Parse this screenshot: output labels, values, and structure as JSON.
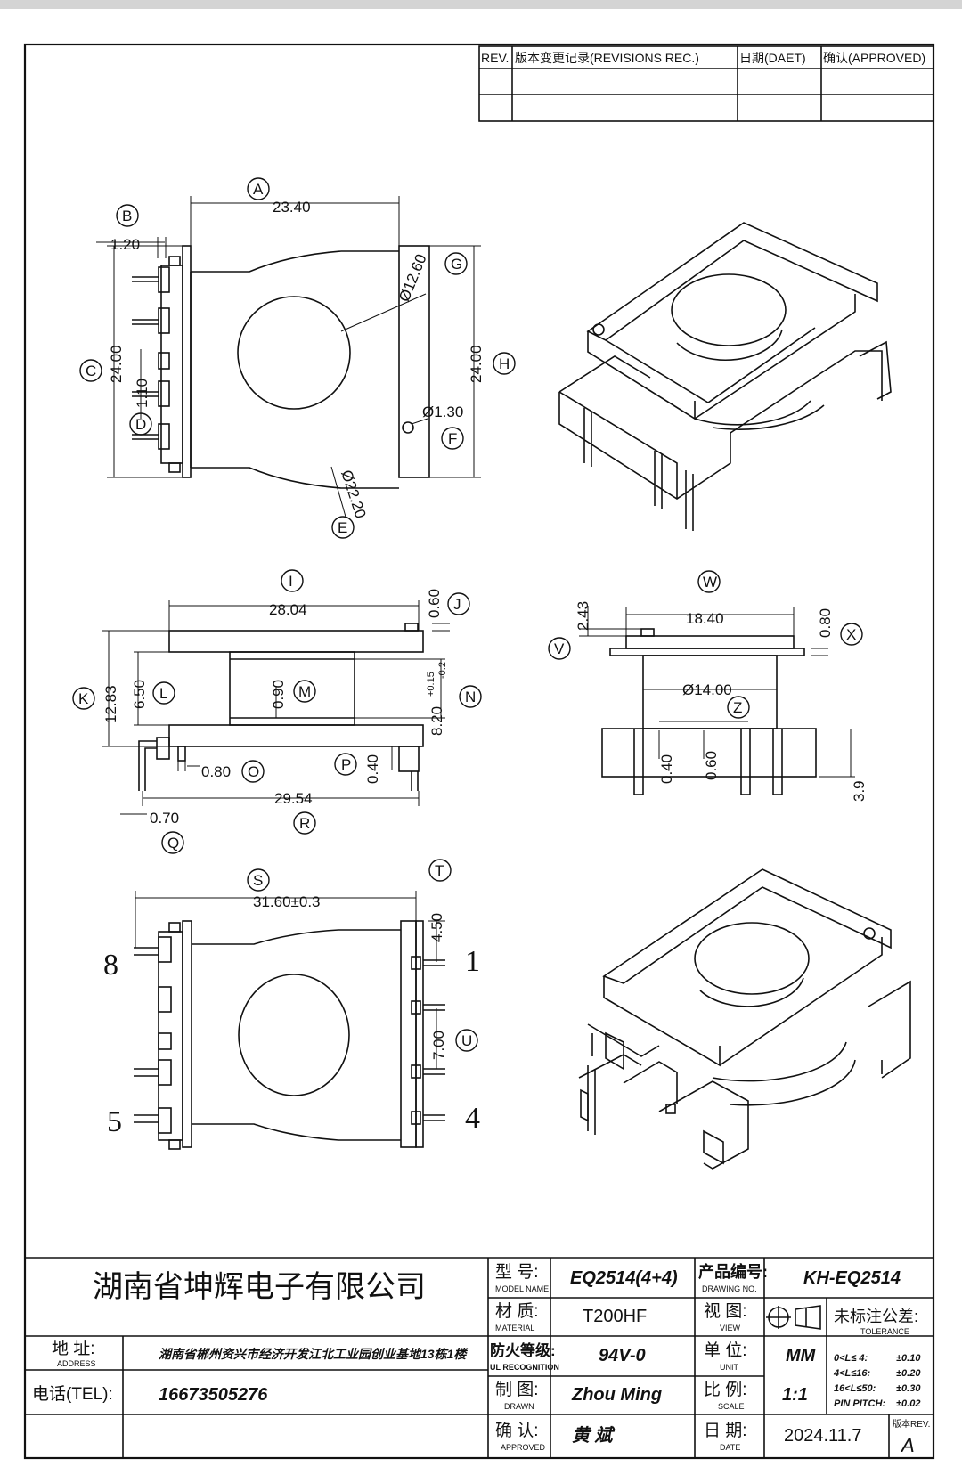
{
  "revision_table": {
    "headers": [
      "REV.",
      "版本变更记录(REVISIONS REC.)",
      "日期(DAET)",
      "确认(APPROVED)"
    ]
  },
  "top_view": {
    "dims": {
      "a": "23.40",
      "b": "1.20",
      "c": "24.00",
      "d": "1.10",
      "g": "Ø12.60",
      "f": "Ø1.30",
      "h": "24.00",
      "e": "Ø22.20"
    },
    "markers": [
      "A",
      "B",
      "C",
      "D",
      "E",
      "F",
      "G",
      "H"
    ]
  },
  "side_view": {
    "dims": {
      "i": "28.04",
      "j": "0.60",
      "k": "12.83",
      "l": "6.50",
      "m": "0.90",
      "n": "8.20",
      "n_tol_up": "+0.15",
      "n_tol_dn": "-0.2",
      "o": "0.80",
      "p": "0.40",
      "r": "29.54",
      "q": "0.70"
    },
    "markers": [
      "I",
      "J",
      "K",
      "L",
      "M",
      "N",
      "O",
      "P",
      "Q",
      "R"
    ]
  },
  "end_view": {
    "dims": {
      "w": "18.40",
      "v": "2.43",
      "x": "0.80",
      "z": "Ø14.00",
      "pin_a": "0.40",
      "pin_b": "0.60",
      "pin_len": "3.9"
    },
    "markers": [
      "V",
      "W",
      "X",
      "Z"
    ]
  },
  "bottom_view": {
    "dims": {
      "s": "31.60±0.3",
      "t": "4.50",
      "u": "7.00"
    },
    "markers": [
      "S",
      "T",
      "U"
    ],
    "pin_numbers": {
      "p8": "8",
      "p5": "5",
      "p1": "1",
      "p4": "4"
    }
  },
  "title_block": {
    "company": "湖南省坤辉电子有限公司",
    "address_label": "地  址:",
    "address_sub": "ADDRESS",
    "address": "湖南省郴州资兴市经济开发江北工业园创业基地13栋1楼",
    "tel_label": "电话(TEL):",
    "tel": "16673505276",
    "model_label": "型  号:",
    "model_sub": "MODEL NAME",
    "model": "EQ2514(4+4)",
    "material_label": "材  质:",
    "material_sub": "MATERIAL",
    "material": "T200HF",
    "fire_label": "防火等级:",
    "fire_sub": "UL RECOGNITION",
    "fire": "94V-0",
    "drawn_label": "制  图:",
    "drawn_sub": "DRAWN",
    "drawn": "Zhou Ming",
    "approved_label": "确  认:",
    "approved_sub": "APPROVED",
    "approved": "黄  斌",
    "drawing_no_label": "产品编号:",
    "drawing_no_sub": "DRAWING NO.",
    "drawing_no": "KH-EQ2514",
    "view_label": "视  图:",
    "view_sub": "VIEW",
    "unit_label": "单  位:",
    "unit_sub": "UNIT",
    "unit": "MM",
    "scale_label": "比  例:",
    "scale_sub": "SCALE",
    "scale": "1:1",
    "date_label": "日  期:",
    "date_sub": "DATE",
    "date": "2024.11.7",
    "tol_label": "未标注公差:",
    "tol_sub": "TOLERANCE",
    "tol_rows": [
      {
        "range": "0<L≤ 4:",
        "value": "±0.10"
      },
      {
        "range": "4<L≤16:",
        "value": "±0.20"
      },
      {
        "range": "16<L≤50:",
        "value": "±0.30"
      },
      {
        "range": "PIN PITCH:",
        "value": "±0.02"
      }
    ],
    "rev_label": "版本REV.",
    "rev": "A"
  }
}
